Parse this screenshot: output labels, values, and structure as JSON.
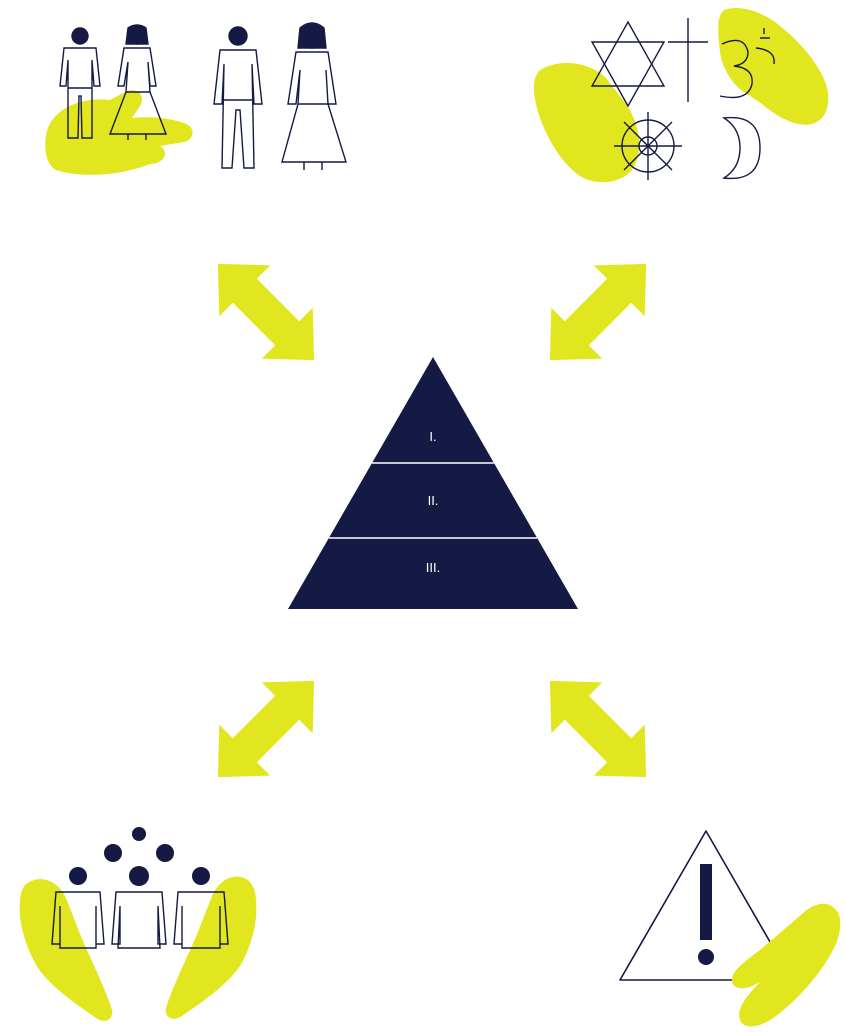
{
  "colors": {
    "accent": "#e2e61e",
    "navy": "#141a43",
    "outline": "#141a43",
    "background": "#ffffff"
  },
  "pyramid": {
    "levels": [
      {
        "label": "I."
      },
      {
        "label": "II."
      },
      {
        "label": "III."
      }
    ]
  },
  "corners": {
    "top_left": {
      "icon": "hand-holding-family-icon"
    },
    "top_right": {
      "icon": "hands-holding-religious-symbols-icon"
    },
    "bottom_left": {
      "icon": "hands-holding-community-icon"
    },
    "bottom_right": {
      "icon": "hand-holding-warning-sign-icon"
    }
  },
  "arrows": [
    {
      "icon": "double-arrow-icon",
      "direction": "top-left"
    },
    {
      "icon": "double-arrow-icon",
      "direction": "top-right"
    },
    {
      "icon": "double-arrow-icon",
      "direction": "bottom-left"
    },
    {
      "icon": "double-arrow-icon",
      "direction": "bottom-right"
    }
  ]
}
